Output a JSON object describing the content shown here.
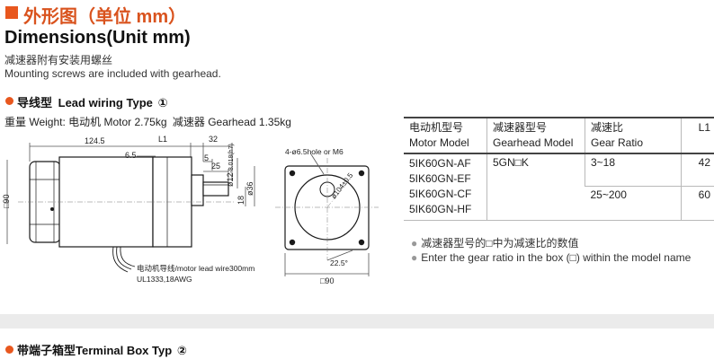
{
  "header": {
    "title_cn": "外形图（单位 mm）",
    "title_en": "Dimensions(Unit mm)",
    "note_cn": "减速器附有安装用螺丝",
    "note_en": "Mounting screws are included with gearhead."
  },
  "section1": {
    "title_cn": "导线型",
    "title_en": "Lead wiring Type",
    "badge": "①",
    "weight_label": "重量 Weight:",
    "weight_motor": "电动机 Motor 2.75kg",
    "weight_gearhead": "减速器 Gearhead 1.35kg"
  },
  "drawing": {
    "dim_124_5": "124.5",
    "dim_l1": "L1",
    "dim_32": "32",
    "dim_6_5": "6.5",
    "dim_5": "5",
    "dim_25": "25",
    "dim_90": "□90",
    "dim_12": "ø12",
    "dim_12_tol": "-8.018(h7)",
    "dim_36": "ø36",
    "dim_18": "18",
    "dim_hole": "4-ø6.5hole or M6",
    "dim_104": "ø104±0.5",
    "dim_angle": "22.5°",
    "dim_90_bottom": "□90",
    "lead_cn": "电动机导线",
    "lead_en": "/motor lead wire300mm",
    "lead_ul": "UL1333,18AWG"
  },
  "table": {
    "headers": [
      {
        "cn": "电动机型号",
        "en": "Motor Model"
      },
      {
        "cn": "减速器型号",
        "en": "Gearhead Model"
      },
      {
        "cn": "减速比",
        "en": "Gear Ratio"
      },
      {
        "cn": "L1",
        "en": ""
      }
    ],
    "motor_models": [
      "5IK60GN-AF",
      "5IK60GN-EF",
      "5IK60GN-CF",
      "5IK60GN-HF"
    ],
    "gearhead_model": "5GN□K",
    "ratio_1": "3~18",
    "l1_1": "42",
    "ratio_2": "25~200",
    "l1_2": "60"
  },
  "notes": {
    "cn": "减速器型号的□中为减速比的数值",
    "en": "Enter the gear ratio in the box (□) within the model name"
  },
  "section2": {
    "title_cn": "带端子箱型",
    "title_en": "Terminal Box Typ",
    "badge": "②"
  }
}
